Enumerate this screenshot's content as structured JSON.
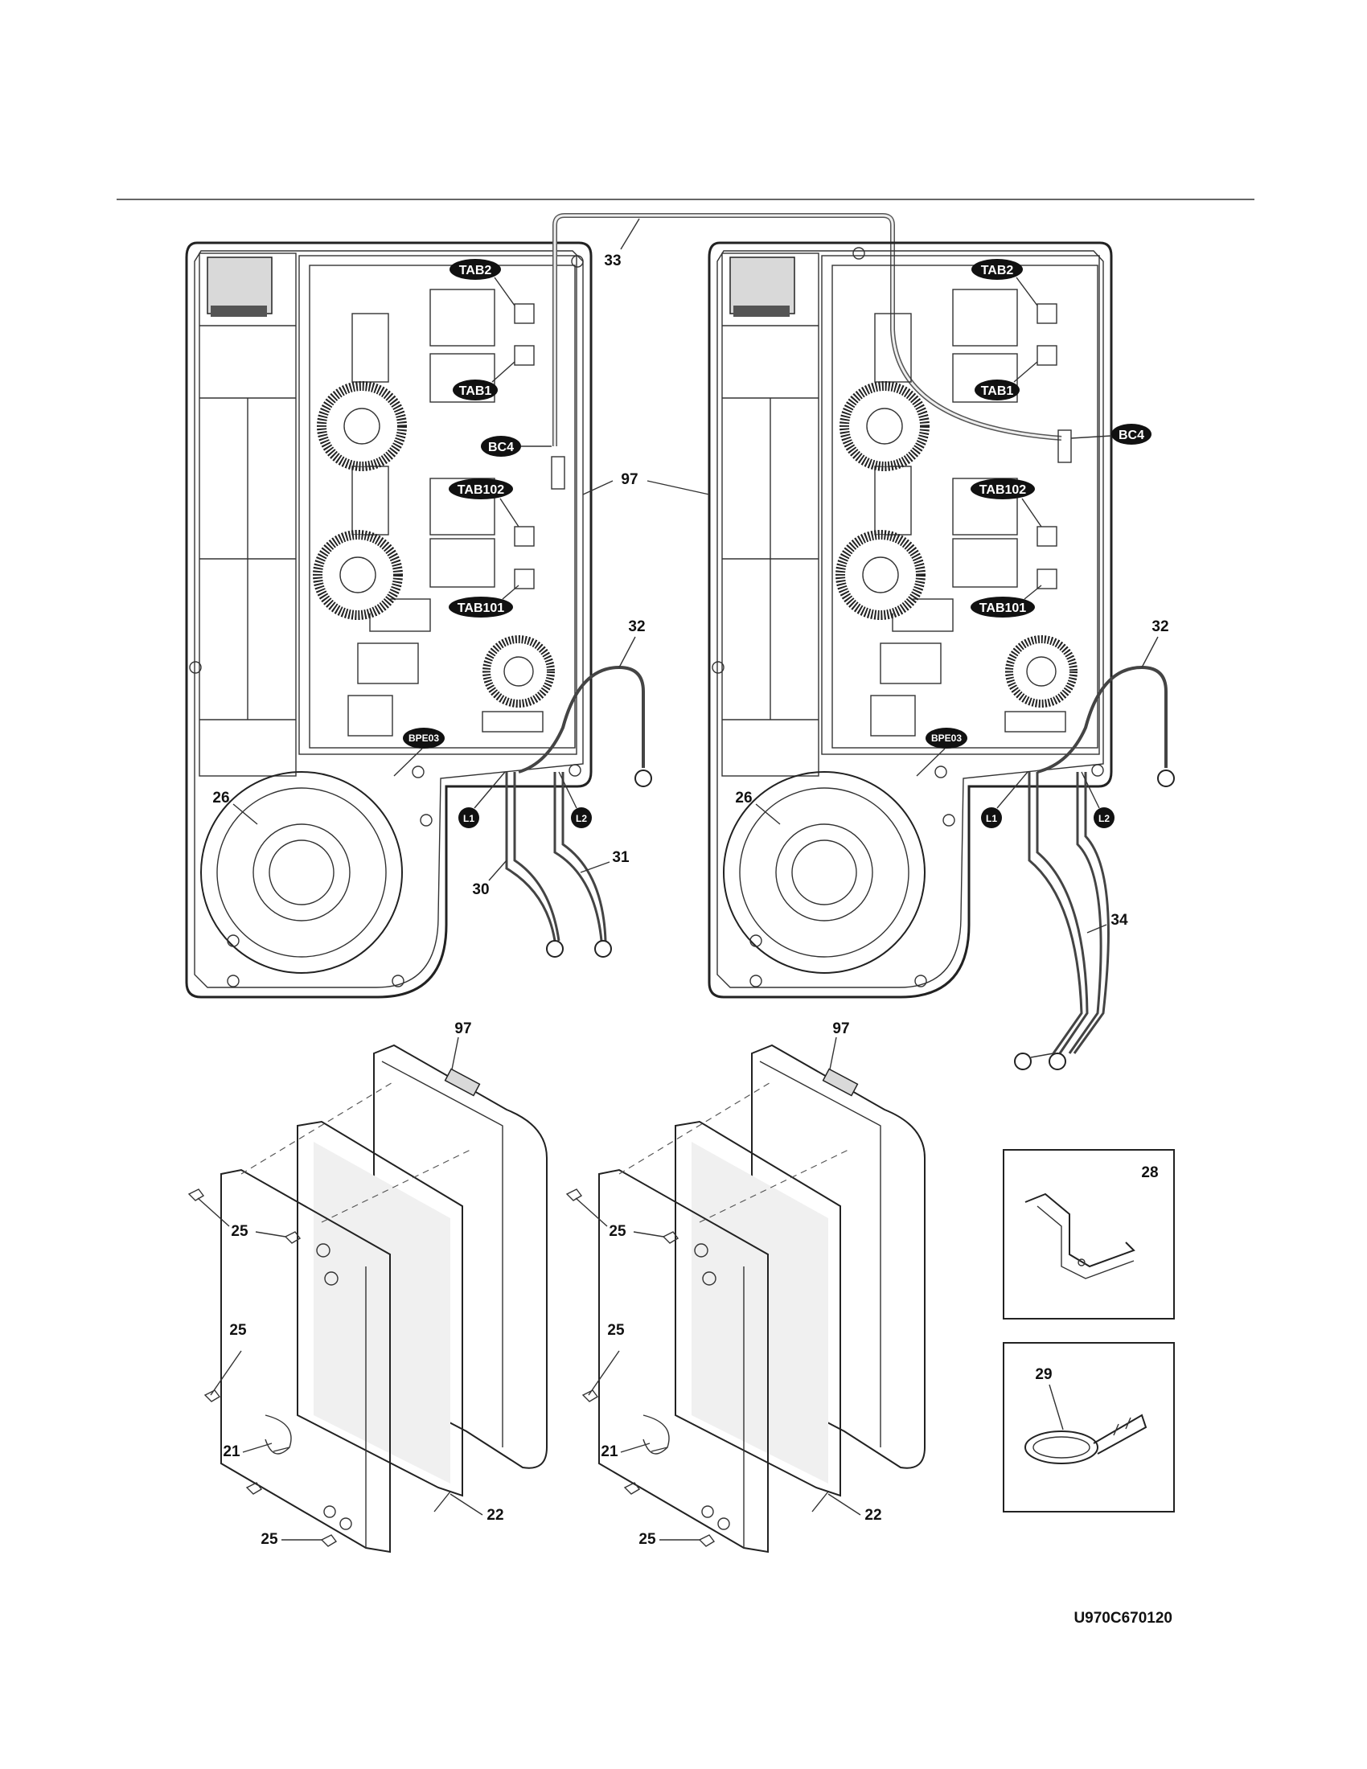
{
  "diagram_code": "U970C670120",
  "part_labels": {
    "p21": "21",
    "p22": "22",
    "p25": "25",
    "p26": "26",
    "p28": "28",
    "p29": "29",
    "p30": "30",
    "p31": "31",
    "p32": "32",
    "p33": "33",
    "p34": "34",
    "p97": "97"
  },
  "connector_tags": {
    "tab2": "TAB2",
    "tab1": "TAB1",
    "bc4": "BC4",
    "tab102": "TAB102",
    "tab101": "TAB101",
    "bpe03": "BPE03",
    "l1": "L1",
    "l2": "L2"
  }
}
